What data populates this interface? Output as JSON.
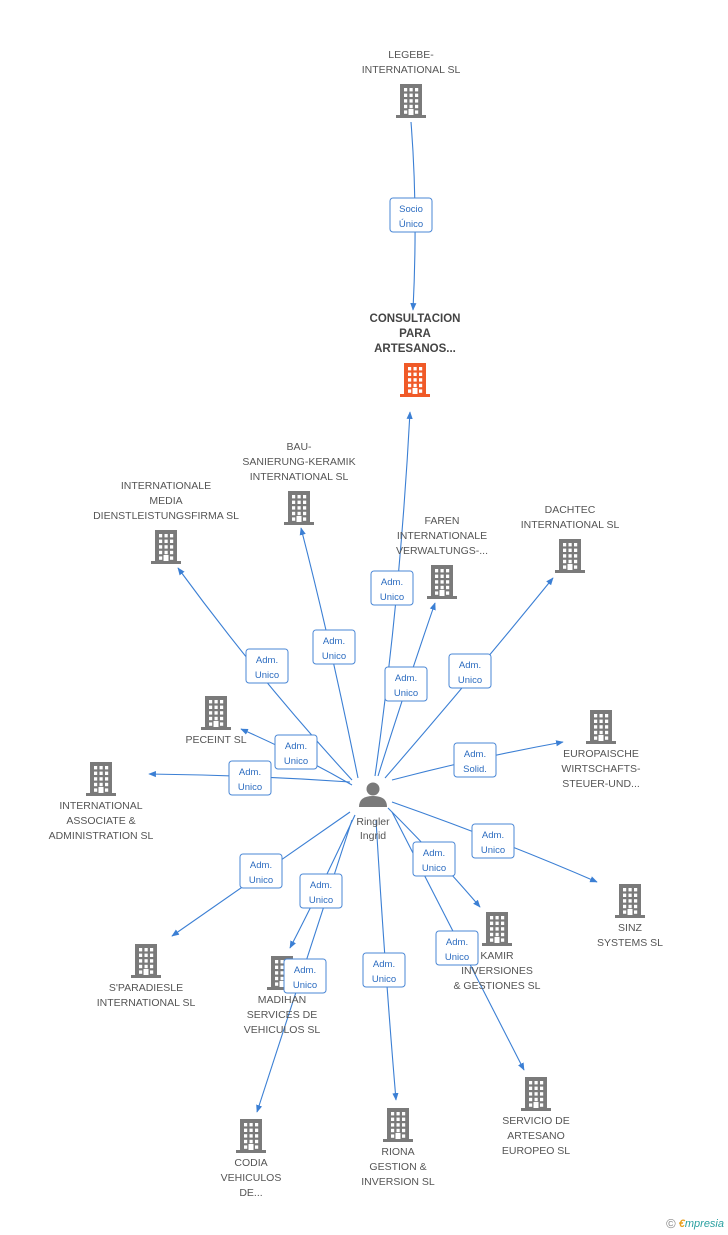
{
  "colors": {
    "company": "#7a7a7a",
    "main_company": "#f05a28",
    "edge": "#3b7fd4",
    "person": "#7a7a7a"
  },
  "person": {
    "label_lines": [
      "Ringler",
      "Ingrid"
    ]
  },
  "nodes": [
    {
      "id": "legebe",
      "type": "company",
      "label_lines": [
        "LEGEBE-",
        "INTERNATIONAL SL"
      ]
    },
    {
      "id": "consultacion",
      "type": "main",
      "label_lines": [
        "CONSULTACION",
        "PARA",
        "ARTESANOS..."
      ]
    },
    {
      "id": "bau",
      "type": "company",
      "label_lines": [
        "BAU-",
        "SANIERUNG-KERAMIK",
        "INTERNATIONAL SL"
      ]
    },
    {
      "id": "imdf",
      "type": "company",
      "label_lines": [
        "INTERNATIONALE",
        "MEDIA",
        "DIENSTLEISTUNGSFIRMA SL"
      ]
    },
    {
      "id": "faren",
      "type": "company",
      "label_lines": [
        "FAREN",
        "INTERNATIONALE",
        "VERWALTUNGS-..."
      ]
    },
    {
      "id": "dachtec",
      "type": "company",
      "label_lines": [
        "DACHTEC",
        "INTERNATIONAL SL"
      ]
    },
    {
      "id": "peceint",
      "type": "company",
      "label_lines": [
        "PECEINT SL"
      ]
    },
    {
      "id": "iaa",
      "type": "company",
      "label_lines": [
        "INTERNATIONAL",
        "ASSOCIATE &",
        "ADMINISTRATION SL"
      ]
    },
    {
      "id": "europaische",
      "type": "company",
      "label_lines": [
        "EUROPAISCHE",
        "WIRTSCHAFTS-",
        "STEUER-UND..."
      ]
    },
    {
      "id": "sinz",
      "type": "company",
      "label_lines": [
        "SINZ",
        "SYSTEMS SL"
      ]
    },
    {
      "id": "kamir",
      "type": "company",
      "label_lines": [
        "KAMIR",
        "INVERSIONES",
        "& GESTIONES SL"
      ]
    },
    {
      "id": "sparadiesle",
      "type": "company",
      "label_lines": [
        "S'PARADIESLE",
        "INTERNATIONAL SL"
      ]
    },
    {
      "id": "madihan",
      "type": "company",
      "label_lines": [
        "MADIHAN",
        "SERVICES DE",
        "VEHICULOS SL"
      ]
    },
    {
      "id": "codia",
      "type": "company",
      "label_lines": [
        "CODIA",
        "VEHICULOS",
        "DE..."
      ]
    },
    {
      "id": "riona",
      "type": "company",
      "label_lines": [
        "RIONA",
        "GESTION &",
        "INVERSION SL"
      ]
    },
    {
      "id": "servicio",
      "type": "company",
      "label_lines": [
        "SERVICIO DE",
        "ARTESANO",
        "EUROPEO SL"
      ]
    }
  ],
  "edges": [
    {
      "from": "legebe",
      "to": "consultacion",
      "label_lines": [
        "Socio",
        "Único"
      ]
    },
    {
      "from": "person",
      "to": "consultacion",
      "label_lines": [
        "Adm.",
        "Unico"
      ]
    },
    {
      "from": "person",
      "to": "bau",
      "label_lines": [
        "Adm.",
        "Unico"
      ]
    },
    {
      "from": "person",
      "to": "imdf",
      "label_lines": [
        "Adm.",
        "Unico"
      ]
    },
    {
      "from": "person",
      "to": "faren",
      "label_lines": [
        "Adm.",
        "Unico"
      ]
    },
    {
      "from": "person",
      "to": "dachtec",
      "label_lines": [
        "Adm.",
        "Unico"
      ]
    },
    {
      "from": "person",
      "to": "peceint",
      "label_lines": [
        "Adm.",
        "Unico"
      ]
    },
    {
      "from": "person",
      "to": "iaa",
      "label_lines": [
        "Adm.",
        "Unico"
      ]
    },
    {
      "from": "person",
      "to": "europaische",
      "label_lines": [
        "Adm.",
        "Solid."
      ]
    },
    {
      "from": "person",
      "to": "sinz",
      "label_lines": [
        "Adm.",
        "Unico"
      ]
    },
    {
      "from": "person",
      "to": "kamir",
      "label_lines": [
        "Adm.",
        "Unico"
      ]
    },
    {
      "from": "person",
      "to": "sparadiesle",
      "label_lines": [
        "Adm.",
        "Unico"
      ]
    },
    {
      "from": "person",
      "to": "madihan",
      "label_lines": [
        "Adm.",
        "Unico"
      ]
    },
    {
      "from": "person",
      "to": "codia",
      "label_lines": [
        "Adm.",
        "Unico"
      ]
    },
    {
      "from": "person",
      "to": "riona",
      "label_lines": [
        "Adm.",
        "Unico"
      ]
    },
    {
      "from": "person",
      "to": "servicio",
      "label_lines": [
        "Adm.",
        "Unico"
      ]
    }
  ],
  "footer": {
    "copyright_symbol": "©",
    "brand_initial": "€",
    "brand_rest": "mpresia"
  }
}
